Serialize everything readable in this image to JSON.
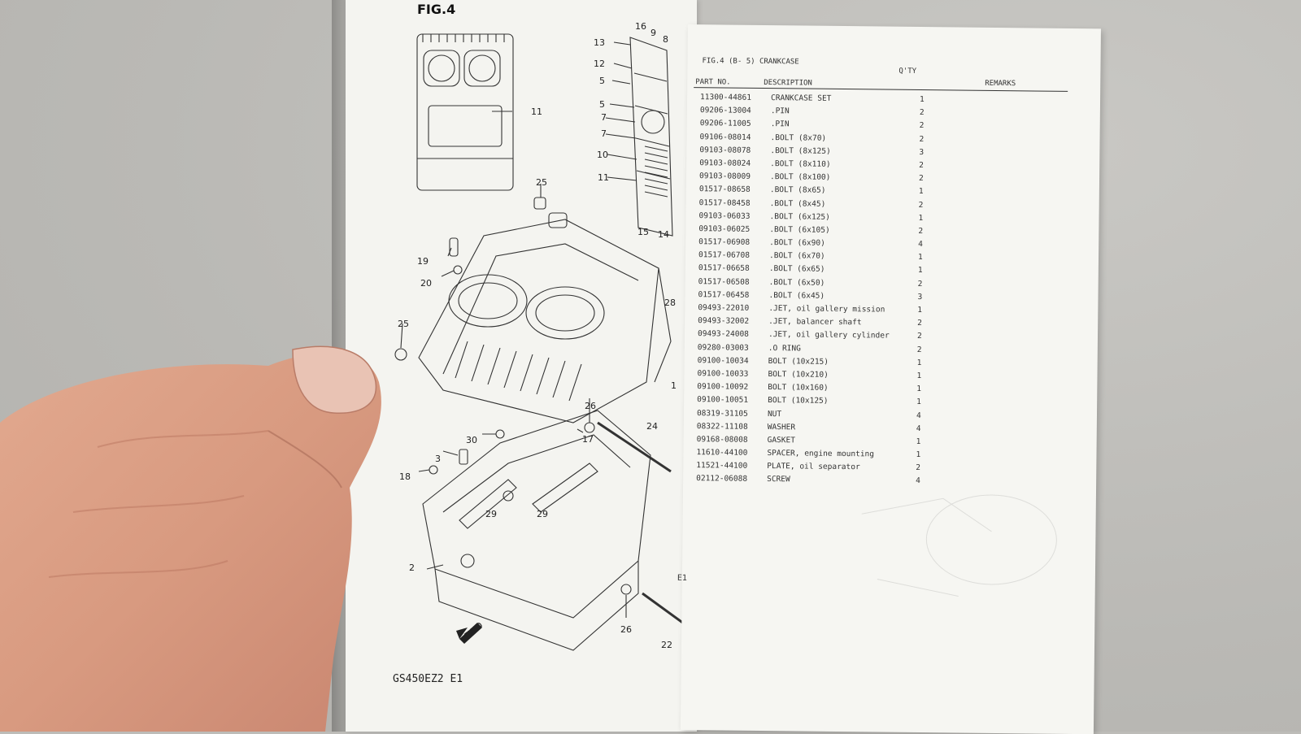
{
  "left_page": {
    "figure_label": "FIG.4",
    "model_code": "GS450EZ2 E1",
    "callouts": [
      {
        "n": "13"
      },
      {
        "n": "16"
      },
      {
        "n": "9"
      },
      {
        "n": "8"
      },
      {
        "n": "12"
      },
      {
        "n": "5"
      },
      {
        "n": "11"
      },
      {
        "n": "5"
      },
      {
        "n": "7"
      },
      {
        "n": "7"
      },
      {
        "n": "10"
      },
      {
        "n": "11"
      },
      {
        "n": "25"
      },
      {
        "n": "15"
      },
      {
        "n": "14"
      },
      {
        "n": "19"
      },
      {
        "n": "20"
      },
      {
        "n": "28"
      },
      {
        "n": "25"
      },
      {
        "n": "1"
      },
      {
        "n": "26"
      },
      {
        "n": "24"
      },
      {
        "n": "30"
      },
      {
        "n": "17"
      },
      {
        "n": "3"
      },
      {
        "n": "18"
      },
      {
        "n": "29"
      },
      {
        "n": "29"
      },
      {
        "n": "2"
      },
      {
        "n": "26"
      },
      {
        "n": "22"
      }
    ],
    "fwd_label": "FWD"
  },
  "right_page": {
    "section_title": "FIG.4  (B- 5) CRANKCASE",
    "headers": {
      "part_no": "PART NO.",
      "description": "DESCRIPTION",
      "qty": "Q'TY",
      "remarks": "REMARKS"
    },
    "rows": [
      {
        "part": "11300-44861",
        "desc": "CRANKCASE SET",
        "qty": "1"
      },
      {
        "part": "09206-13004",
        "desc": ".PIN",
        "qty": "2"
      },
      {
        "part": "09206-11005",
        "desc": ".PIN",
        "qty": "2"
      },
      {
        "part": "09106-08014",
        "desc": ".BOLT (8x70)",
        "qty": "2"
      },
      {
        "part": "09103-08078",
        "desc": ".BOLT (8x125)",
        "qty": "3"
      },
      {
        "part": "09103-08024",
        "desc": ".BOLT (8x110)",
        "qty": "2"
      },
      {
        "part": "09103-08009",
        "desc": ".BOLT (8x100)",
        "qty": "2"
      },
      {
        "part": "01517-08658",
        "desc": ".BOLT (8x65)",
        "qty": "1"
      },
      {
        "part": "01517-08458",
        "desc": ".BOLT (8x45)",
        "qty": "2"
      },
      {
        "part": "09103-06033",
        "desc": ".BOLT (6x125)",
        "qty": "1"
      },
      {
        "part": "09103-06025",
        "desc": ".BOLT (6x105)",
        "qty": "2"
      },
      {
        "part": "01517-06908",
        "desc": ".BOLT (6x90)",
        "qty": "4"
      },
      {
        "part": "01517-06708",
        "desc": ".BOLT (6x70)",
        "qty": "1"
      },
      {
        "part": "01517-06658",
        "desc": ".BOLT (6x65)",
        "qty": "1"
      },
      {
        "part": "01517-06508",
        "desc": ".BOLT (6x50)",
        "qty": "2"
      },
      {
        "part": "01517-06458",
        "desc": ".BOLT (6x45)",
        "qty": "3"
      },
      {
        "part": "09493-22010",
        "desc": ".JET, oil gallery mission",
        "qty": "1"
      },
      {
        "part": "09493-32002",
        "desc": ".JET, balancer shaft",
        "qty": "2"
      },
      {
        "part": "09493-24008",
        "desc": ".JET, oil gallery cylinder",
        "qty": "2"
      },
      {
        "part": "09280-03003",
        "desc": ".O RING",
        "qty": "2"
      },
      {
        "part": "09100-10034",
        "desc": "BOLT (10x215)",
        "qty": "1"
      },
      {
        "part": "09100-10033",
        "desc": "BOLT (10x210)",
        "qty": "1"
      },
      {
        "part": "09100-10092",
        "desc": "BOLT (10x160)",
        "qty": "1"
      },
      {
        "part": "09100-10051",
        "desc": "BOLT (10x125)",
        "qty": "1"
      },
      {
        "part": "08319-31105",
        "desc": "NUT",
        "qty": "4"
      },
      {
        "part": "08322-11108",
        "desc": "WASHER",
        "qty": "4"
      },
      {
        "part": "09168-08008",
        "desc": "GASKET",
        "qty": "1"
      },
      {
        "part": "11610-44100",
        "desc": "SPACER, engine mounting",
        "qty": "1"
      },
      {
        "part": "11521-44100",
        "desc": "PLATE, oil separator",
        "qty": "2"
      },
      {
        "part": "02112-06088",
        "desc": "SCREW",
        "qty": "4"
      }
    ],
    "margin_mark": "E1"
  }
}
